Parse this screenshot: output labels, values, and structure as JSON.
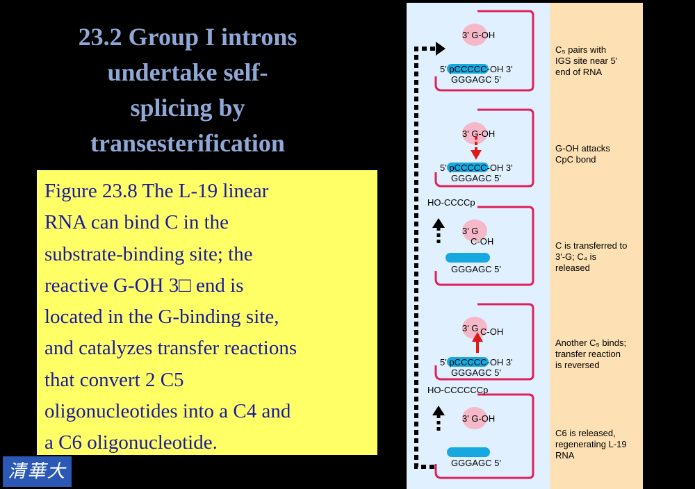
{
  "title": {
    "lines": [
      "23.2 Group I introns",
      "undertake self-",
      "splicing by",
      "transesterification"
    ]
  },
  "caption": {
    "lines": [
      "Figure 23.8 The L-19 linear",
      "RNA can bind C in the",
      "substrate-binding site; the",
      "reactive G-OH 3□ end is",
      "located in the G-binding site,",
      "and catalyzes transfer reactions",
      "that convert 2 C5",
      "oligonucleotides into a C4 and",
      "a C6 oligonucleotide."
    ]
  },
  "logo": {
    "text": "清華大學"
  },
  "diagram": {
    "colors": {
      "panel_bg": "#e0f0ff",
      "notes_bg": "#fde0b4",
      "rna_loop": "#e0205a",
      "g_site": "#f5b8c8",
      "substrate": "#18a8e0",
      "arrow": "#e01818",
      "dash": "#000000"
    },
    "steps": [
      {
        "g_label": "3' G-OH",
        "strand_label": "5' pCCCCC-OH 3'",
        "igs_label": "GGGAGC  5'",
        "released": "",
        "note": [
          "C₅ pairs with",
          "IGS site near 5'",
          "end of RNA"
        ]
      },
      {
        "g_label": "3' G-OH",
        "strand_label": "5' pCCCCC-OH 3'",
        "igs_label": "GGGAGC  5'",
        "released": "",
        "note": [
          "G-OH attacks",
          "CpC bond"
        ]
      },
      {
        "g_label": "3' G",
        "strand_label": "C-OH",
        "igs_label": "GGGAGC  5'",
        "released": "HO-CCCCp",
        "note": [
          "C  is transferred to",
          "3'-G; C₄ is",
          "released"
        ]
      },
      {
        "g_label": "3' G",
        "strand_label": "5' pCCCCC-OH 3'",
        "igs_label": "GGGAGC  5'",
        "extra_label": "C-OH",
        "released": "",
        "note": [
          "Another C₅ binds;",
          "transfer reaction",
          "is reversed"
        ]
      },
      {
        "g_label": "3' G-OH",
        "strand_label": "",
        "igs_label": "GGGAGC  5'",
        "released": "HO-CCCCCCp",
        "note": [
          "C6 is released,",
          "regenerating L-19",
          "RNA"
        ]
      }
    ]
  }
}
